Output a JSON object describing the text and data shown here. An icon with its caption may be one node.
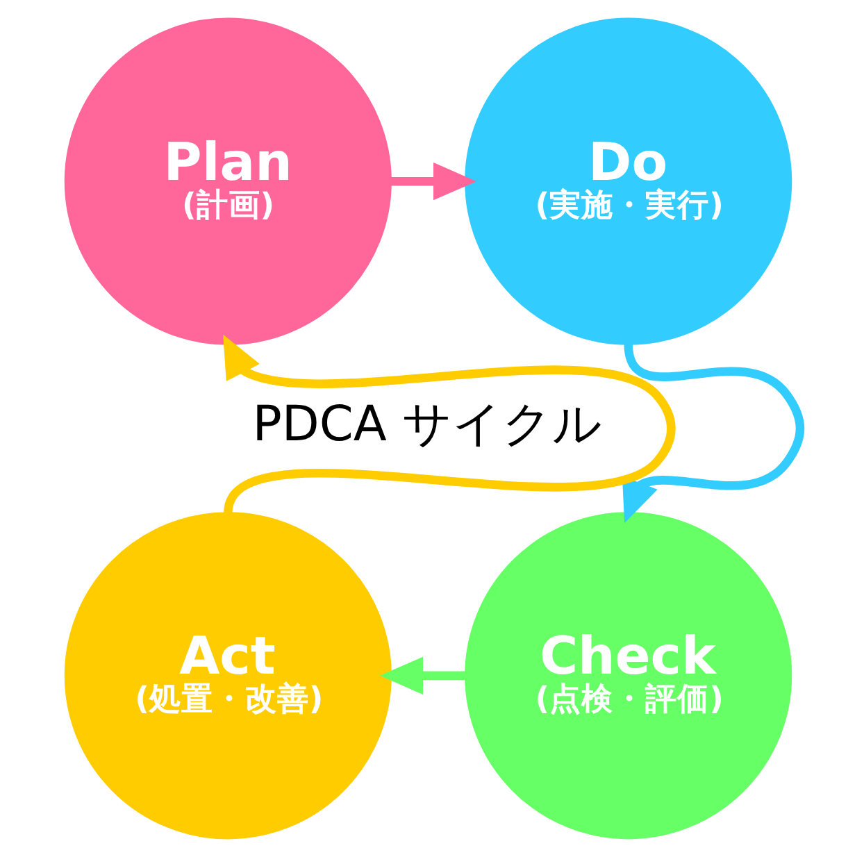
{
  "diagram": {
    "nodes": [
      {
        "text": [
          "Plan",
          "(計画)"
        ]
      },
      {
        "text": [
          "Do",
          "(実施・実行)"
        ]
      },
      {
        "text": [
          "Check",
          "(点検・評価)"
        ]
      },
      {
        "text": [
          "Act",
          "(処置・改善)"
        ]
      }
    ],
    "edges": [
      {
        "from": 0,
        "to": 1,
        "arrow": "to",
        "color": "#ff6699"
      },
      {
        "from": 1,
        "to": 2,
        "arrow": "to",
        "color": "#33ccff"
      },
      {
        "from": 2,
        "to": 3,
        "arrow": "to",
        "color": "#66ff66"
      },
      {
        "from": 3,
        "to": 0,
        "arrow": "to",
        "color": "#ffcc00"
      }
    ],
    "labels": [
      "PDCA サイクル"
    ]
  }
}
